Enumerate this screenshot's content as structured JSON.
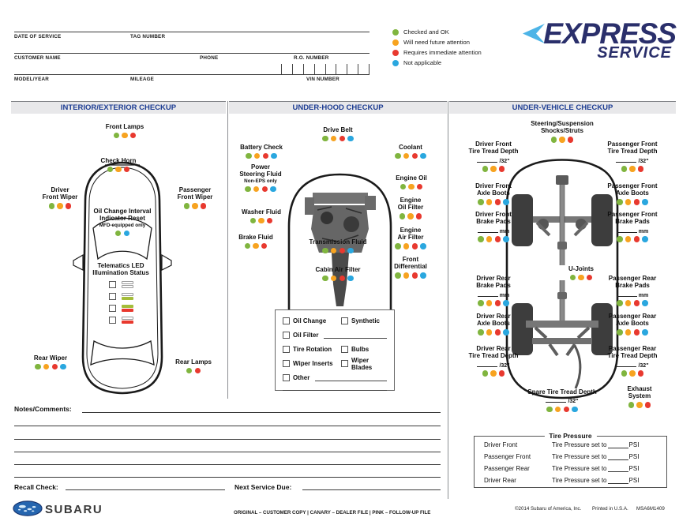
{
  "colors": {
    "green": "#80b53f",
    "yellow": "#f7a320",
    "red": "#e8392f",
    "blue": "#2aa7df",
    "led_green": "#a4bd3a",
    "led_red": "#e8392e",
    "header_navy": "#1d3d93",
    "logo_navy": "#2a2f6b",
    "logo_lightblue": "#4db4e7"
  },
  "form": {
    "date": "DATE OF SERVICE",
    "tag": "TAG NUMBER",
    "customer": "CUSTOMER NAME",
    "phone": "PHONE",
    "ro": "R.O. NUMBER",
    "model": "MODEL/YEAR",
    "mileage": "MILEAGE",
    "vin": "VIN NUMBER"
  },
  "legend": {
    "items": [
      {
        "color": "green",
        "label": "Checked and OK"
      },
      {
        "color": "yellow",
        "label": "Will need future attention"
      },
      {
        "color": "red",
        "label": "Requires immediate attention"
      },
      {
        "color": "blue",
        "label": "Not applicable"
      }
    ]
  },
  "logo": {
    "line1": "EXPRESS",
    "line2": "SERVICE"
  },
  "sec1": {
    "title": "INTERIOR/EXTERIOR CHECKUP",
    "items": [
      {
        "label": "Front Lamps",
        "dots": [
          "green",
          "yellow",
          "red"
        ]
      },
      {
        "label": "Check Horn",
        "dots": [
          "green",
          "yellow",
          "red"
        ]
      },
      {
        "label": "Driver\nFront Wiper",
        "dots": [
          "green",
          "yellow",
          "red"
        ]
      },
      {
        "label": "Passenger\nFront Wiper",
        "dots": [
          "green",
          "yellow",
          "red"
        ]
      },
      {
        "label": "Oil Change Interval\nIndicator Reset",
        "sublabel": "MFD-equipped only",
        "dots": [
          "green",
          "blue"
        ]
      },
      {
        "label": "Rear Wiper",
        "dots": [
          "green",
          "yellow",
          "red",
          "blue"
        ]
      },
      {
        "label": "Rear Lamps",
        "dots": [
          "green",
          "red"
        ]
      }
    ],
    "telematics": {
      "title": "Telematics LED\nIllumination Status",
      "rows": [
        {
          "leds": [
            "empty",
            "empty"
          ]
        },
        {
          "leds": [
            "empty",
            "led_green"
          ]
        },
        {
          "leds": [
            "led_green",
            "led_red"
          ]
        },
        {
          "leds": [
            "empty",
            "led_red"
          ]
        }
      ]
    }
  },
  "sec2": {
    "title": "UNDER-HOOD CHECKUP",
    "items": [
      {
        "label": "Drive Belt",
        "dots": [
          "green",
          "yellow",
          "red",
          "blue"
        ]
      },
      {
        "label": "Battery Check",
        "dots": [
          "green",
          "yellow",
          "red",
          "blue"
        ]
      },
      {
        "label": "Power\nSteering Fluid",
        "sublabel": "Non-EPS only",
        "dots": [
          "green",
          "yellow",
          "red",
          "blue"
        ]
      },
      {
        "label": "Washer Fluid",
        "dots": [
          "green",
          "yellow",
          "red"
        ]
      },
      {
        "label": "Brake Fluid",
        "dots": [
          "green",
          "yellow",
          "red"
        ]
      },
      {
        "label": "Transmission Fluid",
        "dots": [
          "green",
          "yellow",
          "red",
          "blue"
        ]
      },
      {
        "label": "Cabin Air Filter",
        "dots": [
          "green",
          "yellow",
          "red",
          "blue"
        ]
      },
      {
        "label": "Coolant",
        "dots": [
          "green",
          "yellow",
          "red",
          "blue"
        ]
      },
      {
        "label": "Engine Oil",
        "dots": [
          "green",
          "yellow",
          "red"
        ]
      },
      {
        "label": "Engine\nOil Filter",
        "dots": [
          "green",
          "yellow",
          "red"
        ]
      },
      {
        "label": "Engine\nAir Filter",
        "dots": [
          "green",
          "yellow",
          "red",
          "blue"
        ]
      },
      {
        "label": "Front\nDifferential",
        "dots": [
          "green",
          "yellow",
          "red",
          "blue"
        ]
      }
    ],
    "service_box": {
      "r1a": "Oil Change",
      "r1b": "Synthetic",
      "r2": "Oil Filter",
      "r3a": "Tire Rotation",
      "r3b": "Bulbs",
      "r4a": "Wiper Inserts",
      "r4b": "Wiper Blades",
      "r5": "Other"
    }
  },
  "sec3": {
    "title": "UNDER-VEHICLE CHECKUP",
    "items": [
      {
        "label": "Steering/Suspension\nShocks/Struts",
        "dots": [
          "green",
          "yellow",
          "red"
        ]
      },
      {
        "label": "Driver Front\nTire Tread Depth",
        "unit": "/32\"",
        "dots": [
          "green",
          "yellow",
          "red"
        ]
      },
      {
        "label": "Passenger Front\nTire Tread Depth",
        "unit": "/32\"",
        "dots": [
          "green",
          "yellow",
          "red"
        ]
      },
      {
        "label": "Driver Front\nAxle Boots",
        "dots": [
          "green",
          "yellow",
          "red",
          "blue"
        ]
      },
      {
        "label": "Passenger Front\nAxle Boots",
        "dots": [
          "green",
          "yellow",
          "red",
          "blue"
        ]
      },
      {
        "label": "Driver Front\nBrake Pads",
        "unit": "mm",
        "dots": [
          "green",
          "yellow",
          "red",
          "blue"
        ]
      },
      {
        "label": "Passenger Front\nBrake Pads",
        "unit": "mm",
        "dots": [
          "green",
          "yellow",
          "red",
          "blue"
        ]
      },
      {
        "label": "U-Joints",
        "dots": [
          "green",
          "yellow",
          "red"
        ]
      },
      {
        "label": "Driver Rear\nBrake Pads",
        "unit": "mm",
        "dots": [
          "green",
          "yellow",
          "red",
          "blue"
        ]
      },
      {
        "label": "Passenger Rear\nBrake Pads",
        "unit": "mm",
        "dots": [
          "green",
          "yellow",
          "red",
          "blue"
        ]
      },
      {
        "label": "Driver Rear\nAxle Boots",
        "dots": [
          "green",
          "yellow",
          "red",
          "blue"
        ]
      },
      {
        "label": "Passenger Rear\nAxle Boots",
        "dots": [
          "green",
          "yellow",
          "red",
          "blue"
        ]
      },
      {
        "label": "Driver Rear\nTire Tread Depth",
        "unit": "/32\"",
        "dots": [
          "green",
          "yellow",
          "red"
        ]
      },
      {
        "label": "Passenger Rear\nTire Tread Depth",
        "unit": "/32\"",
        "dots": [
          "green",
          "yellow",
          "red"
        ]
      },
      {
        "label": "Spare Tire Tread Depth",
        "unit": "/32\"",
        "dots": [
          "green",
          "yellow",
          "red",
          "blue"
        ]
      },
      {
        "label": "Exhaust\nSystem",
        "dots": [
          "green",
          "yellow",
          "red"
        ]
      }
    ],
    "tire_pressure": {
      "title": "Tire Pressure",
      "set_text": "Tire Pressure set to",
      "unit": "PSI",
      "rows": [
        "Driver Front",
        "Passenger Front",
        "Passenger Rear",
        "Driver Rear"
      ]
    }
  },
  "notes_label": "Notes/Comments:",
  "recall_label": "Recall Check:",
  "next_service_label": "Next Service Due:",
  "footer": {
    "brand": "SUBARU",
    "copies": "ORIGINAL – CUSTOMER COPY  |  CANARY – DEALER FILE  |  PINK – FOLLOW-UP FILE",
    "copyright": "©2014 Subaru of America, Inc.",
    "printed": "Printed in U.S.A.",
    "code": "MSA6M1409"
  }
}
